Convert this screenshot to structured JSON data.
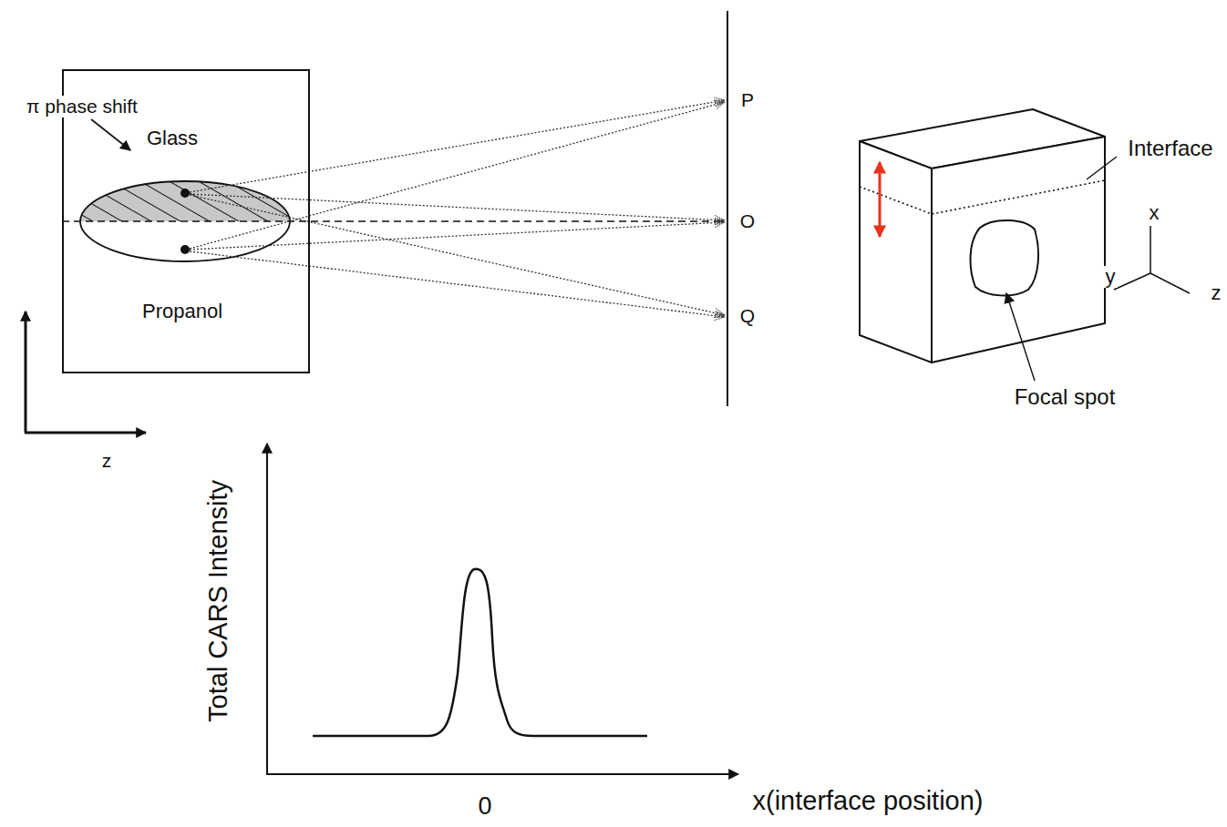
{
  "diagram": {
    "nodes": [
      {
        "text": [
          "Glass",
          "Propanol"
        ]
      }
    ],
    "labels": [
      "π phase shift",
      "P",
      "O",
      "Q",
      "z",
      "Interface",
      "x",
      "y",
      "z",
      "Focal spot",
      "Total CARS Intensity",
      "0",
      "x(interface position)"
    ]
  }
}
